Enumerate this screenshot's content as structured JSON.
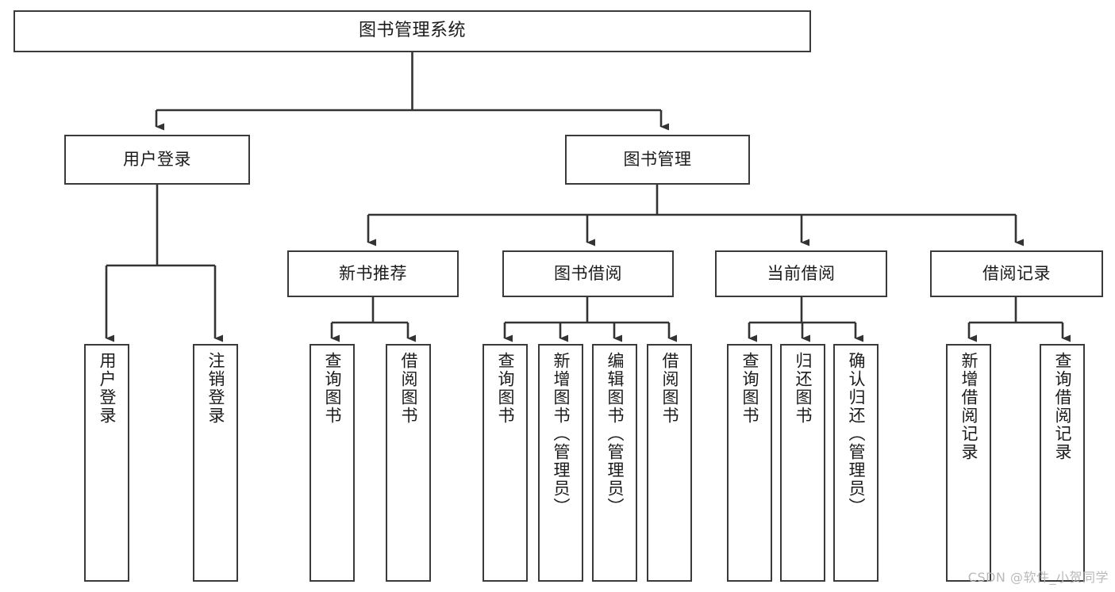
{
  "diagram": {
    "title": "图书管理系统",
    "type": "tree",
    "colors": {
      "border": "#3a3a3a",
      "background": "#ffffff",
      "text": "#1b1b1b",
      "edge": "#333333",
      "watermark": "#b9b9b9"
    },
    "root": {
      "label": "图书管理系统"
    },
    "level2": [
      {
        "label": "用户登录"
      },
      {
        "label": "图书管理"
      }
    ],
    "level3": [
      {
        "label": "新书推荐"
      },
      {
        "label": "图书借阅"
      },
      {
        "label": "当前借阅"
      },
      {
        "label": "借阅记录"
      }
    ],
    "leaves": {
      "user_login": [
        {
          "label": "用户登录"
        },
        {
          "label": "注销登录"
        }
      ],
      "new_book_recommend": [
        {
          "label": "查询图书"
        },
        {
          "label": "借阅图书"
        }
      ],
      "book_borrow": [
        {
          "label": "查询图书"
        },
        {
          "label": "新增图书（管理员）"
        },
        {
          "label": "编辑图书（管理员）"
        },
        {
          "label": "借阅图书"
        }
      ],
      "current_borrow": [
        {
          "label": "查询图书"
        },
        {
          "label": "归还图书"
        },
        {
          "label": "确认归还（管理员）"
        }
      ],
      "borrow_record": [
        {
          "label": "新增借阅记录"
        },
        {
          "label": "查询借阅记录"
        }
      ]
    }
  },
  "watermark": {
    "text": "CSDN @软件_小贺同学"
  }
}
